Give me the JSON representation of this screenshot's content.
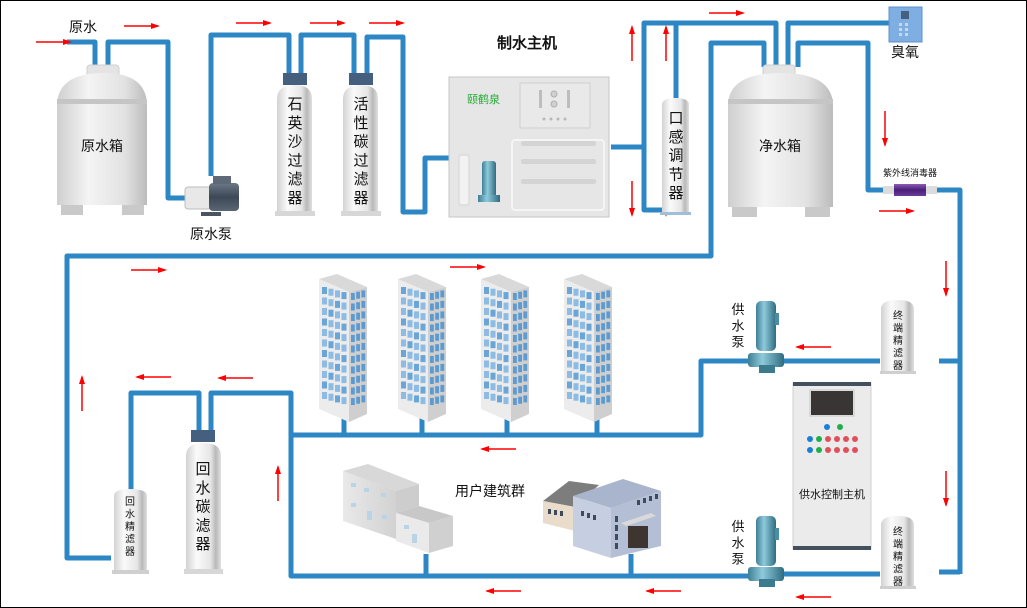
{
  "title": "制水主机",
  "labels": {
    "raw_water": "原水",
    "raw_tank": "原水箱",
    "raw_pump": "原水泵",
    "sand_filter": "石英沙过滤器",
    "carbon_filter": "活性碳过滤器",
    "main_unit": "制水主机",
    "brand": "颐鹤泉",
    "taste_regulator": "口感调节器",
    "clean_tank": "净水箱",
    "ozone": "臭氧",
    "uv_sterilizer": "紫外线消毒器",
    "terminal_filter": "终端精滤器",
    "supply_pump": "供水泵",
    "control_unit": "供水控制主机",
    "user_buildings": "用户建筑群",
    "return_carbon_filter": "回水碳滤器",
    "return_fine_filter": "回水精滤器"
  },
  "colors": {
    "pipe": "#2e87c5",
    "arrow": "#ff0000",
    "brand_text": "#22aa33",
    "uv_body": "#5a2b86",
    "ozone_box": "#7eaee2",
    "panel_dark": "#2c3440"
  },
  "control_panel_leds": [
    [
      "blue",
      "green"
    ],
    [
      "blue",
      "green",
      "red",
      "red",
      "red",
      "red"
    ],
    [
      "blue",
      "green",
      "red",
      "red",
      "red",
      "red"
    ]
  ]
}
